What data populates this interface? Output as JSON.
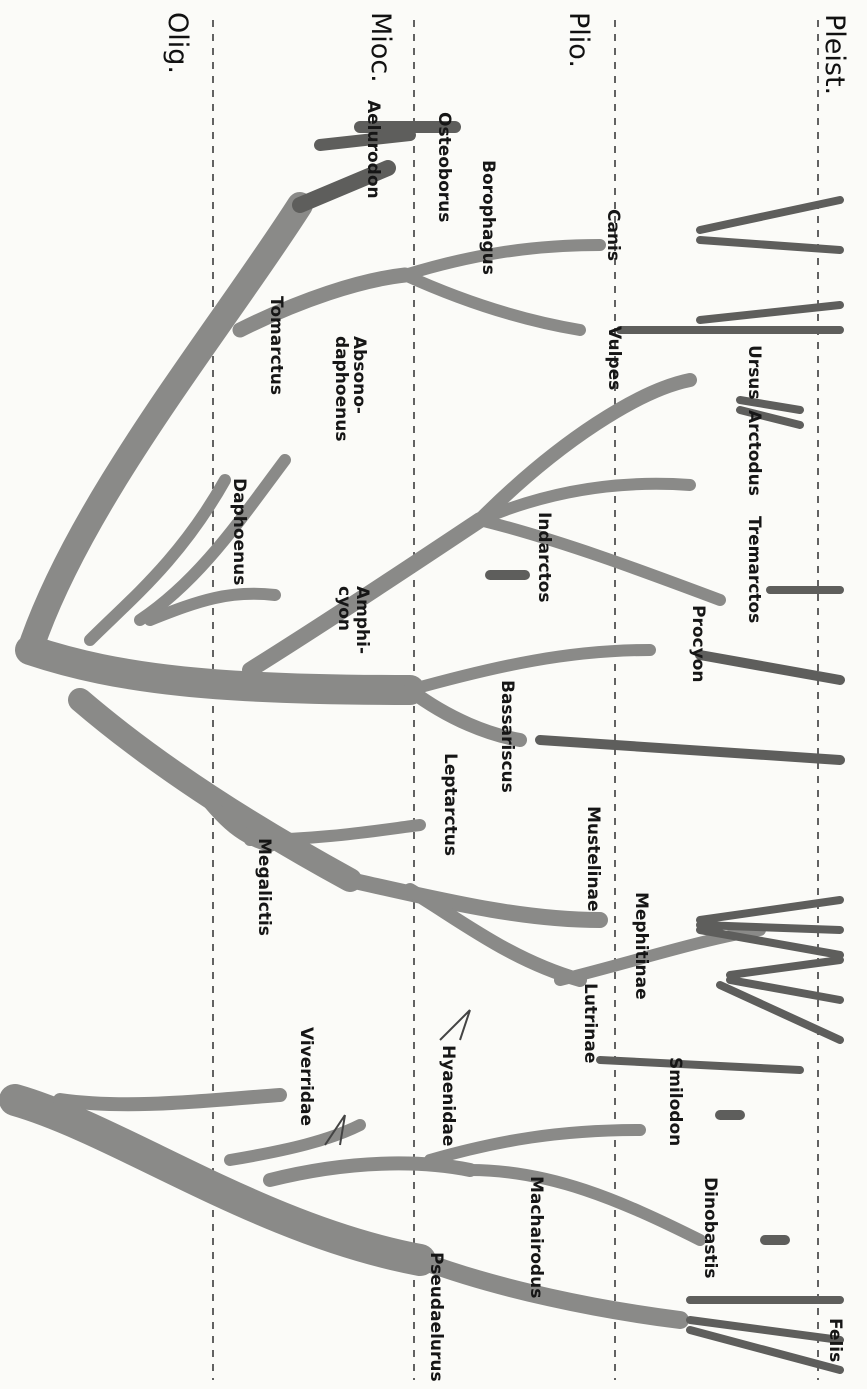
{
  "epochs": {
    "pleistocene": "Pleist.",
    "pliocene": "Plio.",
    "miocene": "Mioc.",
    "oligocene": "Olig."
  },
  "taxa": {
    "borophagus": "Borophagus",
    "osteoborus": "Osteoborus",
    "aelurodon": "Aelurodon",
    "canis": "Canis",
    "vulpes": "Vulpes",
    "tomarctus": "Tomarctus",
    "absonodaphoenus": "Absono-\ndaphoenus",
    "daphoenus": "Daphoenus",
    "ursus": "Ursus",
    "arctodus": "Arctodus",
    "tremarctos": "Tremarctos",
    "indarctos": "Indarctos",
    "amphicyon": "Amphi-\ncyon",
    "procyon": "Procyon",
    "bassariscus": "Bassariscus",
    "leptarctus": "Leptarctus",
    "mustelinae": "Mustelinae",
    "mephitinae": "Mephitinae",
    "megalictis": "Megalictis",
    "lutrinae": "Lutrinae",
    "viverridae": "Viverridae",
    "hyaenidae": "Hyaenidae",
    "smilodon": "Smilodon",
    "dinobastis": "Dinobastis",
    "machairodus": "Machairodus",
    "pseudaelurus": "Pseudaelurus",
    "felis": "Felis"
  }
}
